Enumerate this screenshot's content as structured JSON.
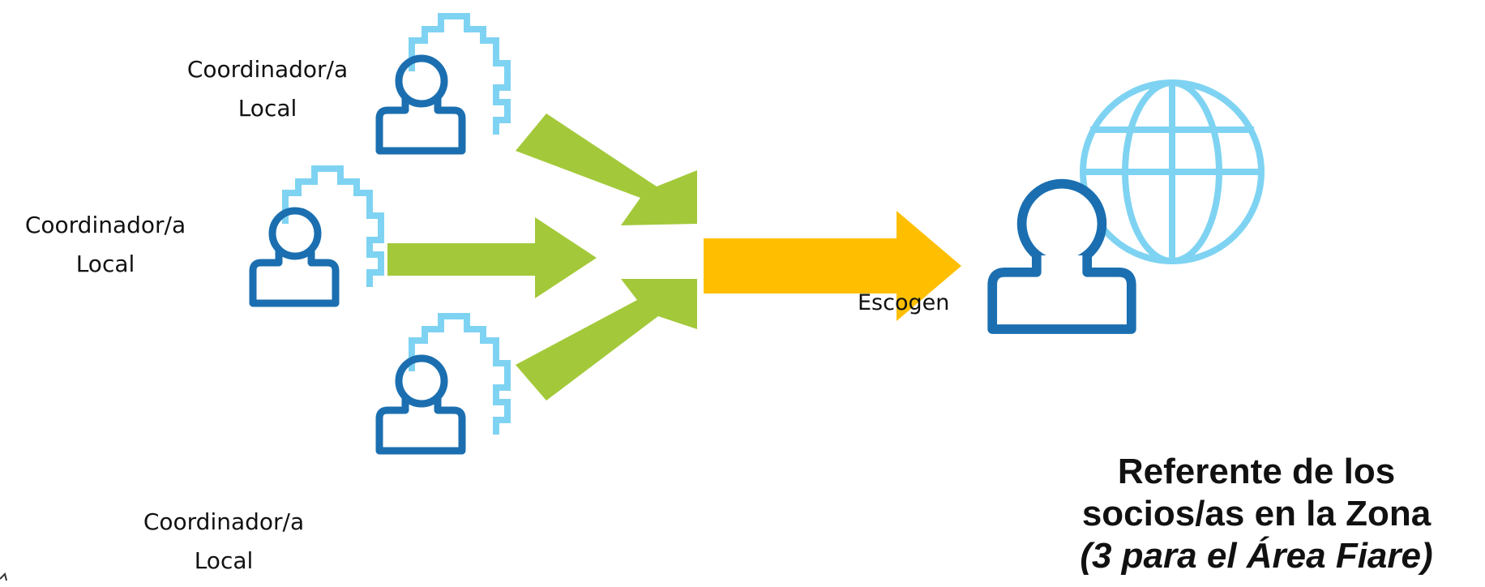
{
  "nodes": {
    "top": {
      "line1": "Coordinador/a",
      "line2": "Local"
    },
    "middle": {
      "line1": "Coordinador/a",
      "line2": "Local"
    },
    "bottom": {
      "line1": "Coordinador/a",
      "line2": "Local"
    }
  },
  "center_arrow": {
    "label": "Escogen"
  },
  "target": {
    "line1": "Referente de los",
    "line2": "socios/as en la Zona",
    "line3": "(3 para el Área Fiare)"
  },
  "icons": {
    "coordinator": "person-gear-icon",
    "target": "person-globe-icon"
  },
  "colors": {
    "person": "#1B6FB0",
    "gear": "#7FD3F2",
    "globe": "#7FD3F2",
    "green_arrow": "#A3C93A",
    "yellow_arrow": "#FFBF00"
  }
}
